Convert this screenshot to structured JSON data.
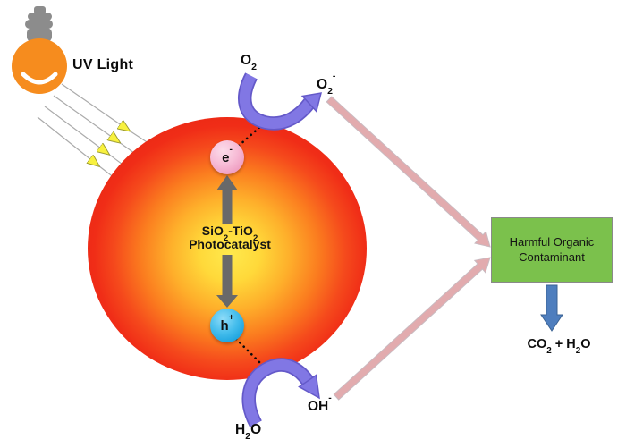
{
  "uv": {
    "label": "UV Light"
  },
  "molecules": {
    "o2": [
      {
        "t": "O"
      },
      {
        "t": "2",
        "s": "sub"
      }
    ],
    "superoxide": [
      {
        "t": "O"
      },
      {
        "t": "2",
        "s": "sub"
      },
      {
        "t": "-",
        "s": "sup"
      }
    ],
    "water": [
      {
        "t": "H"
      },
      {
        "t": "2",
        "s": "sub"
      },
      {
        "t": "O"
      }
    ],
    "hydroxyl": [
      {
        "t": "OH"
      },
      {
        "t": "-",
        "s": "sup"
      }
    ],
    "products": [
      {
        "t": "CO"
      },
      {
        "t": "2",
        "s": "sub"
      },
      {
        "t": " + H"
      },
      {
        "t": "2",
        "s": "sub"
      },
      {
        "t": "O"
      }
    ]
  },
  "catalyst": {
    "line1": [
      {
        "t": "SiO"
      },
      {
        "t": "2",
        "s": "sub"
      },
      {
        "t": "-TiO"
      },
      {
        "t": "2",
        "s": "sub"
      }
    ],
    "line2": "Photocatalyst"
  },
  "charges": {
    "electron": [
      {
        "t": "e"
      },
      {
        "t": "-",
        "s": "sup"
      }
    ],
    "hole": [
      {
        "t": "h"
      },
      {
        "t": "+",
        "s": "sup"
      }
    ]
  },
  "box": {
    "label": "Harmful Organic Contaminant"
  },
  "colors": {
    "bulb_orange": "#f68c1e",
    "bulb_base_gray": "#8c8c8c",
    "ray_yellow": "#f8f13e",
    "sphere_core_yellow": "#ffe94d",
    "sphere_edge_red": "#ed2a16",
    "electron_pink": "#f2a3c6",
    "hole_blue": "#29abe2",
    "charge_arrow_gray": "#696969",
    "reaction_arrow_purple": "#8177e4",
    "attack_arrow_pink": "#e2abae",
    "contaminant_box_green": "#7bc14c",
    "mineralization_arrow_blue": "#4e7ebe"
  }
}
